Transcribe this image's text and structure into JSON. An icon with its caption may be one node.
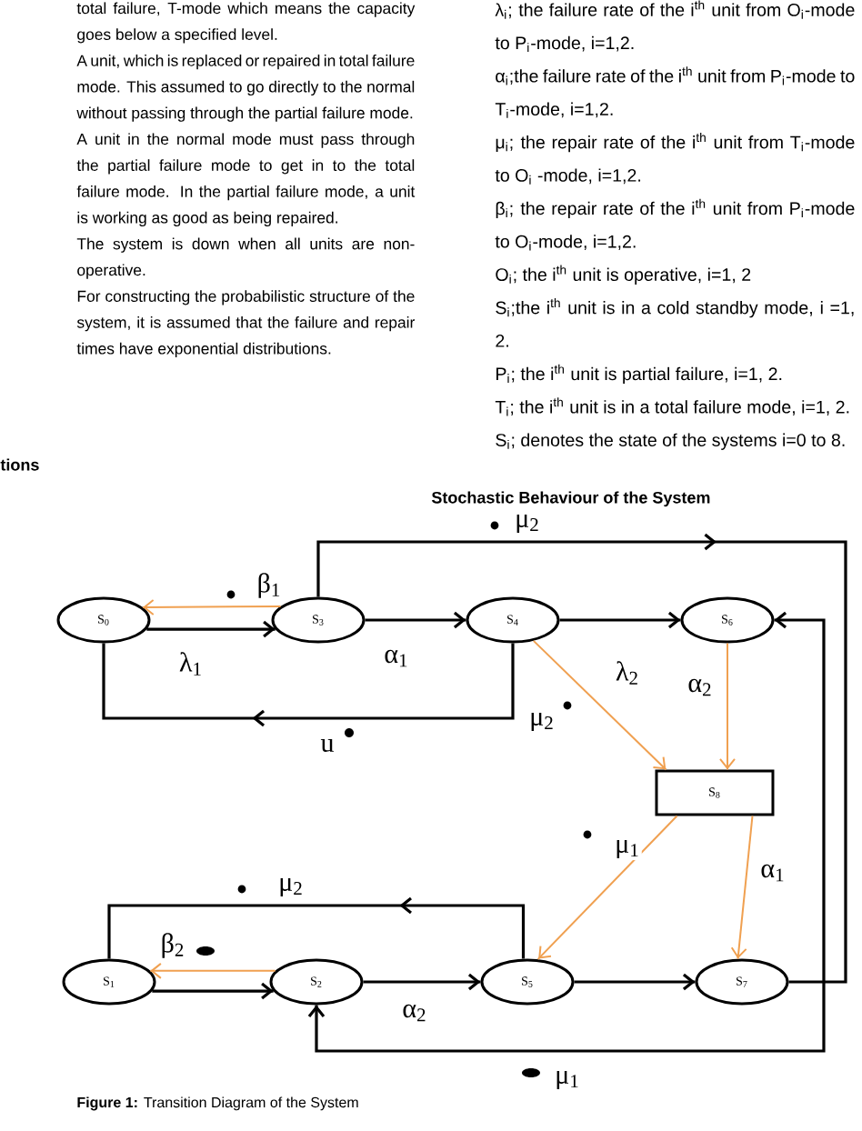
{
  "diagram": {
    "title": "Stochastic Behaviour of the System",
    "caption": "**Figure 1:** Transition Diagram of the System",
    "nodes": [
      {
        "text": [
          "S$_{0}$"
        ]
      },
      {
        "text": [
          "S$_{3}$"
        ]
      },
      {
        "text": [
          "S$_{4}$"
        ]
      },
      {
        "text": [
          "S$_{6}$"
        ]
      },
      {
        "text": [
          "S$_{8}$"
        ]
      },
      {
        "text": [
          "S$_{1}$"
        ]
      },
      {
        "text": [
          "S$_{2}$"
        ]
      },
      {
        "text": [
          "S$_{5}$"
        ]
      },
      {
        "text": [
          "S$_{7}$"
        ]
      }
    ],
    "edges": [
      {
        "from": 0,
        "to": 1,
        "arrow": "to",
        "label": "λ$_{1}$"
      },
      {
        "from": 1,
        "to": 0,
        "arrow": "to",
        "label": "β$_{1}$",
        "color": "#f0a050"
      },
      {
        "from": 1,
        "to": 2,
        "arrow": "to",
        "label": "α$_{1}$"
      },
      {
        "from": 2,
        "to": 3,
        "arrow": "to"
      },
      {
        "from": 1,
        "to": 8,
        "arrow": "to",
        "label": "μ$_{2}$"
      },
      {
        "from": 2,
        "to": 0,
        "arrow": "to",
        "label": "μ$_{2}$"
      },
      {
        "from": 2,
        "to": 4,
        "arrow": "to",
        "label": "λ$_{2}$",
        "color": "#f0a050"
      },
      {
        "from": 3,
        "to": 4,
        "arrow": "to",
        "label": "α$_{2}$",
        "color": "#f0a050"
      },
      {
        "from": 4,
        "to": 7,
        "arrow": "to",
        "label": "μ$_{1}$",
        "color": "#f0a050"
      },
      {
        "from": 4,
        "to": 8,
        "arrow": "to",
        "label": "α$_{1}$",
        "color": "#f0a050"
      },
      {
        "from": 5,
        "to": 6,
        "arrow": "to"
      },
      {
        "from": 6,
        "to": 5,
        "arrow": "to",
        "label": "β$_{2}$",
        "color": "#f0a050"
      },
      {
        "from": 6,
        "to": 7,
        "arrow": "to",
        "label": "α$_{2}$"
      },
      {
        "from": 7,
        "to": 8,
        "arrow": "to"
      },
      {
        "from": 7,
        "to": 5,
        "arrow": "to",
        "label": "μ$_{2}$"
      },
      {
        "from": 3,
        "to": 6,
        "arrow": "both",
        "label": "μ$_{1}$"
      }
    ],
    "labels": [
      "total failure, T-mode which means the capacity goes below a specified level.",
      "A unit, which is replaced or repaired in total failure mode. This assumed to go directly to the normal without passing through the partial failure mode.",
      "A unit in the normal mode must pass through the partial failure mode to get in to the total failure mode. In the partial failure mode, a unit is working as good as being repaired.",
      "The system is down when all units are non-operative.",
      "For constructing the probabilistic structure of the system, it is assumed that the failure and repair times have exponential distributions.",
      "tions",
      "λ$_{i}$; the failure rate of the i$^{th}$ unit from O$_{i}$-mode to P$_{i}$-mode, i=1,2.",
      "α$_{i}$;the failure rate of the i$^{th}$ unit from P$_{i}$-mode to T$_{i}$-mode, i=1,2.",
      "μ$_{i}$; the repair rate of the i$^{th}$ unit from T$_{i}$-mode to O$_{i}$ -mode, i=1,2.",
      "β$_{i}$; the repair rate of the i$^{th}$ unit from P$_{i}$-mode to O$_{i}$-mode, i=1,2.",
      "O$_{i}$; the i$^{th}$ unit is operative, i=1, 2",
      "S$_{i}$;the i$^{th}$ unit is in a cold standby mode, i =1, 2.",
      "P$_{i}$; the i$^{th}$ unit is partial failure, i=1, 2.",
      "T$_{i}$; the i$^{th}$ unit is in a total failure mode, i=1, 2.",
      "S$_{i}$; denotes the state of the systems i=0 to 8.",
      "u"
    ]
  }
}
